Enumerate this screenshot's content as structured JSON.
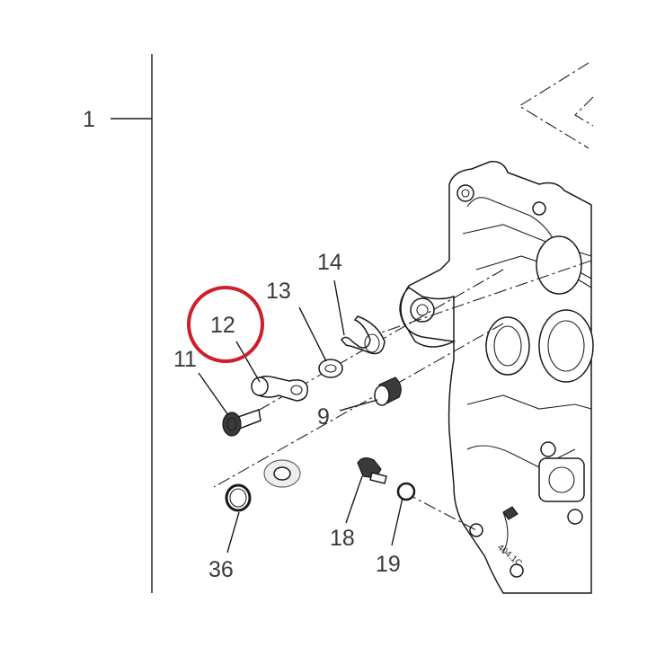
{
  "diagram": {
    "highlight_color": "#cc1f2a",
    "callouts": {
      "c1": "1",
      "c9": "9",
      "c11": "11",
      "c12": "12",
      "c13": "13",
      "c14": "14",
      "c18": "18",
      "c19": "19",
      "c36": "36"
    }
  }
}
